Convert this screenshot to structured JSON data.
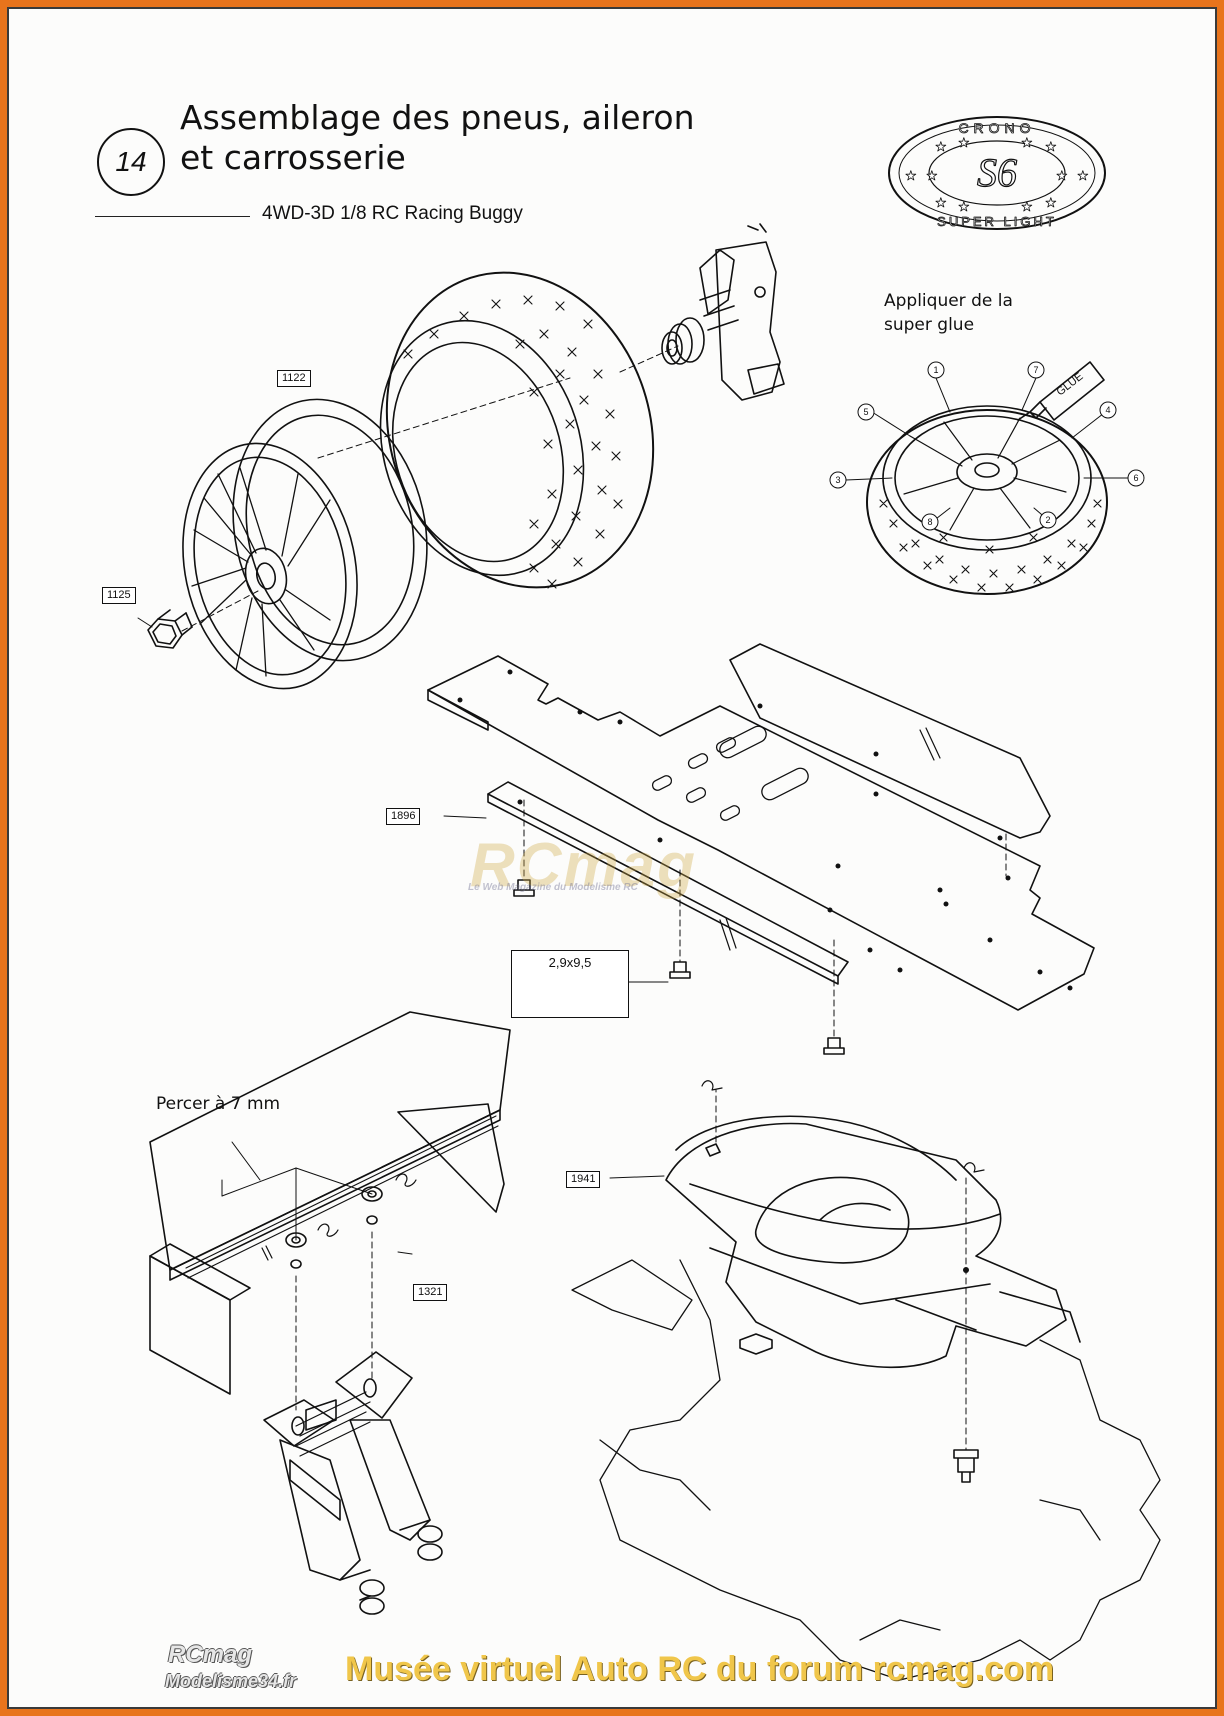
{
  "header": {
    "step_number": "14",
    "title_line1": "Assemblage des pneus, aileron",
    "title_line2": "et carrosserie",
    "subtitle": "4WD-3D 1/8 RC Racing Buggy"
  },
  "logo": {
    "top_text": "CRONO",
    "center_text": "S6",
    "bottom_text": "SUPER LIGHT"
  },
  "callouts": {
    "glue_line1": "Appliquer de la",
    "glue_line2": "super glue",
    "glue_bottle_label": "GLUE",
    "drill_note": "Percer à 7 mm"
  },
  "glue_points": [
    "1",
    "2",
    "3",
    "4",
    "5",
    "6",
    "7",
    "8"
  ],
  "parts": {
    "rim": "1122",
    "nut": "1125",
    "chassis_plate": "1896",
    "wing": "1321",
    "body": "1941"
  },
  "screw": {
    "size": "2,9x9,5"
  },
  "watermark": {
    "brand": "RCmag",
    "tagline": "Le Web Magazine du Modelisme RC"
  },
  "footer": {
    "brand_line1": "RCmag",
    "brand_line2": "Modelisme34.fr",
    "caption": "Musée virtuel Auto RC du forum rcmag.com"
  },
  "colors": {
    "frame": "#e8741c",
    "footer_text": "#f0c64a",
    "line_art": "#111111"
  }
}
